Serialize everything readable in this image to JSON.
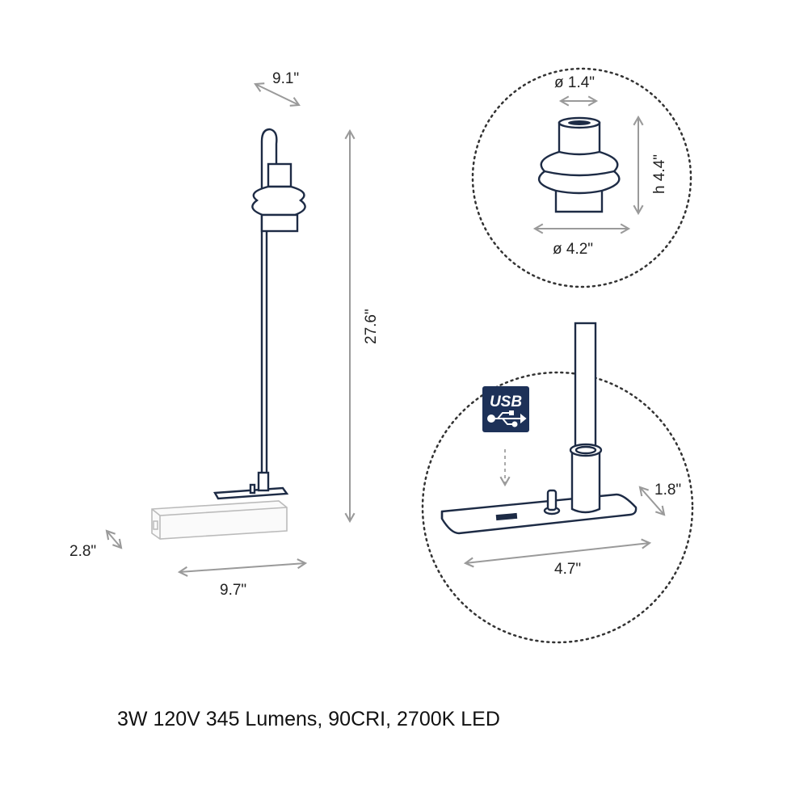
{
  "dimensions": {
    "shade_depth": "9.1\"",
    "overall_height": "27.6\"",
    "base_depth": "2.8\"",
    "base_width": "9.7\"",
    "shade_top_diameter": "ø 1.4\"",
    "shade_height": "h 4.4\"",
    "shade_diameter": "ø 4.2\"",
    "plate_depth": "1.8\"",
    "plate_width": "4.7\""
  },
  "usb_badge": {
    "label": "USB",
    "icon": "usb-trident-icon"
  },
  "spec_line": "3W 120V 345 Lumens, 90CRI, 2700K LED",
  "colors": {
    "line": "#1d2b45",
    "arrow": "#9a9a9a",
    "badge": "#1d3158"
  }
}
